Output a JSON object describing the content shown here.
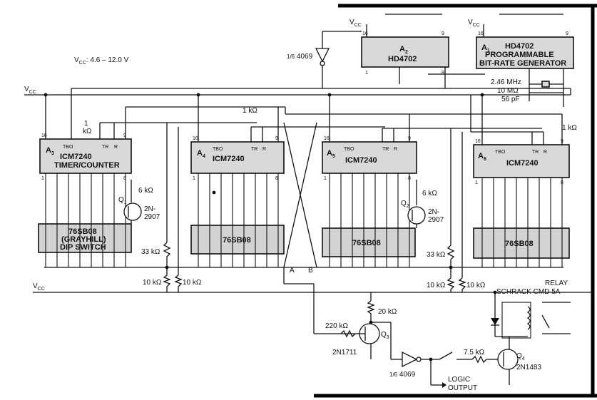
{
  "supply": {
    "vcc": "V",
    "vcc_sub": "CC",
    "range": "V",
    "range_sub": "CC",
    "range_val": ": 4.6 – 12.0 V"
  },
  "chips": {
    "a3": {
      "ref": "A",
      "sub": "3",
      "name": "ICM7240",
      "desc": "TIMER/COUNTER",
      "pins": [
        "TBO",
        "TR",
        "R"
      ]
    },
    "a4": {
      "ref": "A",
      "sub": "4",
      "name": "ICM7240",
      "pins": [
        "TBO",
        "TR",
        "R"
      ]
    },
    "a5": {
      "ref": "A",
      "sub": "5",
      "name": "ICM7240",
      "pins": [
        "TBO",
        "TR",
        "R"
      ]
    },
    "a6": {
      "ref": "A",
      "sub": "6",
      "name": "ICM7240",
      "pins": [
        "TBO",
        "TR",
        "R"
      ]
    },
    "a2": {
      "ref": "A",
      "sub": "2",
      "name": "HD4702"
    },
    "a1": {
      "ref": "A",
      "sub": "1",
      "name": "HD4702",
      "desc1": "PROGRAMMABLE",
      "desc2": "BIT-RATE GENERATOR"
    }
  },
  "switches": {
    "s1": {
      "name": "76SB08",
      "desc1": "(GRAYHILL)",
      "desc2": "DIP SWITCH"
    },
    "s2": {
      "name": "76SB08"
    },
    "s3": {
      "name": "76SB08"
    },
    "s4": {
      "name": "76SB08"
    }
  },
  "pin_numbers": {
    "p16": "16",
    "p9": "9",
    "p1": "1",
    "p8": "8"
  },
  "transistors": {
    "q1": {
      "ref": "Q",
      "sub": "1",
      "part1": "2N-",
      "part2": "2907"
    },
    "q2": {
      "ref": "Q",
      "sub": "2",
      "part1": "2N-",
      "part2": "2907"
    },
    "q3": {
      "ref": "Q",
      "sub": "3",
      "part": "2N1711"
    },
    "q4": {
      "ref": "Q",
      "sub": "4",
      "part": "2N1483"
    }
  },
  "resistors": {
    "r_1k_a3a": "1",
    "r_1k_a3b": "kΩ",
    "r_6k_q1": "6 kΩ",
    "r_1k_a4": "1 kΩ",
    "r_6k_q2": "6 kΩ",
    "r_1k_a6": "1 kΩ",
    "r_33k_left": "33 kΩ",
    "r_10k_l1": "10 kΩ",
    "r_10k_l2": "10 kΩ",
    "r_33k_right": "33 kΩ",
    "r_10k_r1": "10 kΩ",
    "r_10k_r2": "10 kΩ",
    "r_20k": "20 kΩ",
    "r_220k": "220 kΩ",
    "r_7k5": "7.5 kΩ"
  },
  "inverters": {
    "top": {
      "frac": "1/6",
      "part": "4069"
    },
    "bottom": {
      "frac": "1/6",
      "part": "4069"
    }
  },
  "crystal": {
    "freq": "2.46 MHz",
    "res": "10 MΩ",
    "cap": "56 pF"
  },
  "nodes": {
    "a": "A",
    "b": "B"
  },
  "relay": {
    "line1": "RELAY",
    "line2": "SCHRACK CMD 5A"
  },
  "output": {
    "line1": "LOGIC",
    "line2": "OUTPUT"
  }
}
